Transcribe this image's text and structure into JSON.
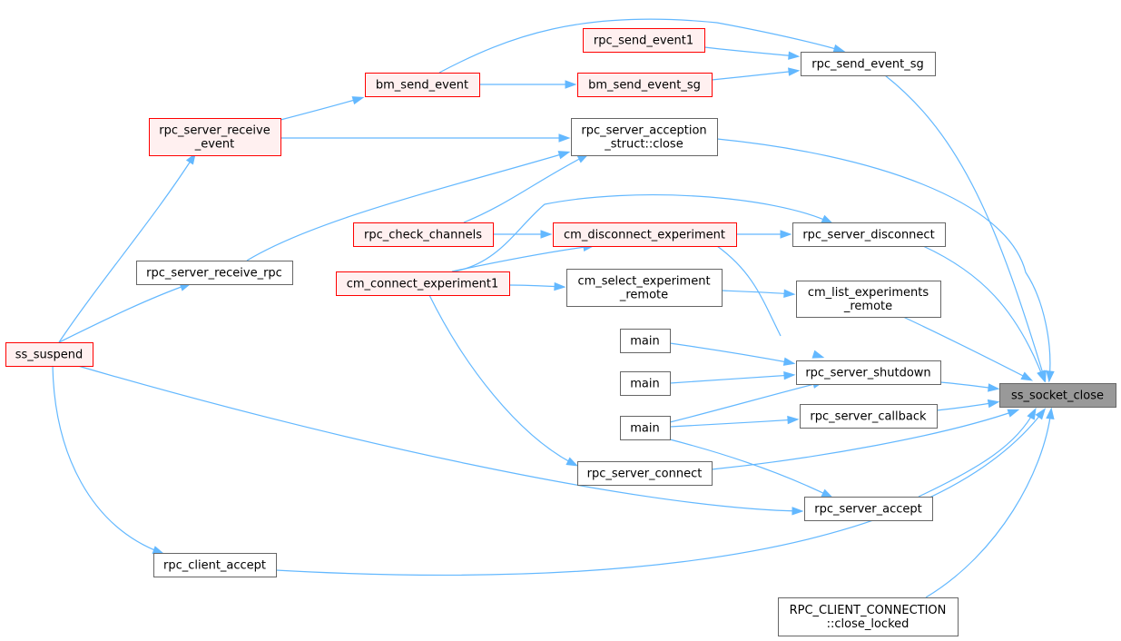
{
  "graph": {
    "nodes": [
      {
        "id": "ss_socket_close",
        "lines": [
          "ss_socket_close"
        ],
        "style": "root"
      },
      {
        "id": "rpc_send_event1",
        "lines": [
          "rpc_send_event1"
        ],
        "style": "red"
      },
      {
        "id": "rpc_send_event_sg",
        "lines": [
          "rpc_send_event_sg"
        ],
        "style": "normal"
      },
      {
        "id": "bm_send_event",
        "lines": [
          "bm_send_event"
        ],
        "style": "red"
      },
      {
        "id": "bm_send_event_sg",
        "lines": [
          "bm_send_event_sg"
        ],
        "style": "red"
      },
      {
        "id": "rpc_server_receive_event",
        "lines": [
          "rpc_server_receive",
          "_event"
        ],
        "style": "red"
      },
      {
        "id": "rpc_server_acception_close",
        "lines": [
          "rpc_server_acception",
          "_struct::close"
        ],
        "style": "normal"
      },
      {
        "id": "rpc_check_channels",
        "lines": [
          "rpc_check_channels"
        ],
        "style": "red"
      },
      {
        "id": "cm_disconnect_experiment",
        "lines": [
          "cm_disconnect_experiment"
        ],
        "style": "red"
      },
      {
        "id": "rpc_server_disconnect",
        "lines": [
          "rpc_server_disconnect"
        ],
        "style": "normal"
      },
      {
        "id": "rpc_server_receive_rpc",
        "lines": [
          "rpc_server_receive_rpc"
        ],
        "style": "normal"
      },
      {
        "id": "cm_connect_experiment1",
        "lines": [
          "cm_connect_experiment1"
        ],
        "style": "red"
      },
      {
        "id": "cm_select_experiment_remote",
        "lines": [
          "cm_select_experiment",
          "_remote"
        ],
        "style": "normal"
      },
      {
        "id": "cm_list_experiments_remote",
        "lines": [
          "cm_list_experiments",
          "_remote"
        ],
        "style": "normal"
      },
      {
        "id": "ss_suspend",
        "lines": [
          "ss_suspend"
        ],
        "style": "red"
      },
      {
        "id": "main1",
        "lines": [
          "main"
        ],
        "style": "normal"
      },
      {
        "id": "main2",
        "lines": [
          "main"
        ],
        "style": "normal"
      },
      {
        "id": "main3",
        "lines": [
          "main"
        ],
        "style": "normal"
      },
      {
        "id": "rpc_server_shutdown",
        "lines": [
          "rpc_server_shutdown"
        ],
        "style": "normal"
      },
      {
        "id": "rpc_server_callback",
        "lines": [
          "rpc_server_callback"
        ],
        "style": "normal"
      },
      {
        "id": "rpc_server_connect",
        "lines": [
          "rpc_server_connect"
        ],
        "style": "normal"
      },
      {
        "id": "rpc_server_accept",
        "lines": [
          "rpc_server_accept"
        ],
        "style": "normal"
      },
      {
        "id": "rpc_client_accept",
        "lines": [
          "rpc_client_accept"
        ],
        "style": "normal"
      },
      {
        "id": "rpc_client_connection_close_locked",
        "lines": [
          "RPC_CLIENT_CONNECTION",
          "::close_locked"
        ],
        "style": "normal"
      }
    ],
    "edges": [
      {
        "from": "rpc_send_event_sg",
        "to": "ss_socket_close"
      },
      {
        "from": "rpc_server_acception_close",
        "to": "ss_socket_close"
      },
      {
        "from": "rpc_server_disconnect",
        "to": "ss_socket_close"
      },
      {
        "from": "cm_list_experiments_remote",
        "to": "ss_socket_close"
      },
      {
        "from": "rpc_server_shutdown",
        "to": "ss_socket_close"
      },
      {
        "from": "rpc_server_callback",
        "to": "ss_socket_close"
      },
      {
        "from": "rpc_server_connect",
        "to": "ss_socket_close"
      },
      {
        "from": "rpc_server_accept",
        "to": "ss_socket_close"
      },
      {
        "from": "rpc_client_accept",
        "to": "ss_socket_close"
      },
      {
        "from": "rpc_client_connection_close_locked",
        "to": "ss_socket_close"
      },
      {
        "from": "rpc_send_event1",
        "to": "rpc_send_event_sg"
      },
      {
        "from": "bm_send_event_sg",
        "to": "rpc_send_event_sg"
      },
      {
        "from": "bm_send_event",
        "to": "rpc_send_event_sg"
      },
      {
        "from": "bm_send_event",
        "to": "bm_send_event_sg"
      },
      {
        "from": "rpc_server_receive_event",
        "to": "bm_send_event"
      },
      {
        "from": "rpc_server_receive_event",
        "to": "rpc_server_acception_close"
      },
      {
        "from": "rpc_check_channels",
        "to": "rpc_server_acception_close"
      },
      {
        "from": "rpc_server_receive_rpc",
        "to": "rpc_server_acception_close"
      },
      {
        "from": "rpc_check_channels",
        "to": "cm_disconnect_experiment"
      },
      {
        "from": "cm_connect_experiment1",
        "to": "cm_disconnect_experiment"
      },
      {
        "from": "cm_connect_experiment1",
        "to": "rpc_server_disconnect"
      },
      {
        "from": "cm_disconnect_experiment",
        "to": "rpc_server_disconnect"
      },
      {
        "from": "cm_connect_experiment1",
        "to": "cm_select_experiment_remote"
      },
      {
        "from": "cm_select_experiment_remote",
        "to": "cm_list_experiments_remote"
      },
      {
        "from": "cm_disconnect_experiment",
        "to": "rpc_server_shutdown"
      },
      {
        "from": "main1",
        "to": "rpc_server_shutdown"
      },
      {
        "from": "main2",
        "to": "rpc_server_shutdown"
      },
      {
        "from": "main3",
        "to": "rpc_server_shutdown"
      },
      {
        "from": "main3",
        "to": "rpc_server_callback"
      },
      {
        "from": "main3",
        "to": "rpc_server_accept"
      },
      {
        "from": "cm_connect_experiment1",
        "to": "rpc_server_connect"
      },
      {
        "from": "ss_suspend",
        "to": "rpc_server_receive_event"
      },
      {
        "from": "ss_suspend",
        "to": "rpc_server_receive_rpc"
      },
      {
        "from": "ss_suspend",
        "to": "rpc_server_accept"
      },
      {
        "from": "ss_suspend",
        "to": "rpc_client_accept"
      }
    ]
  }
}
